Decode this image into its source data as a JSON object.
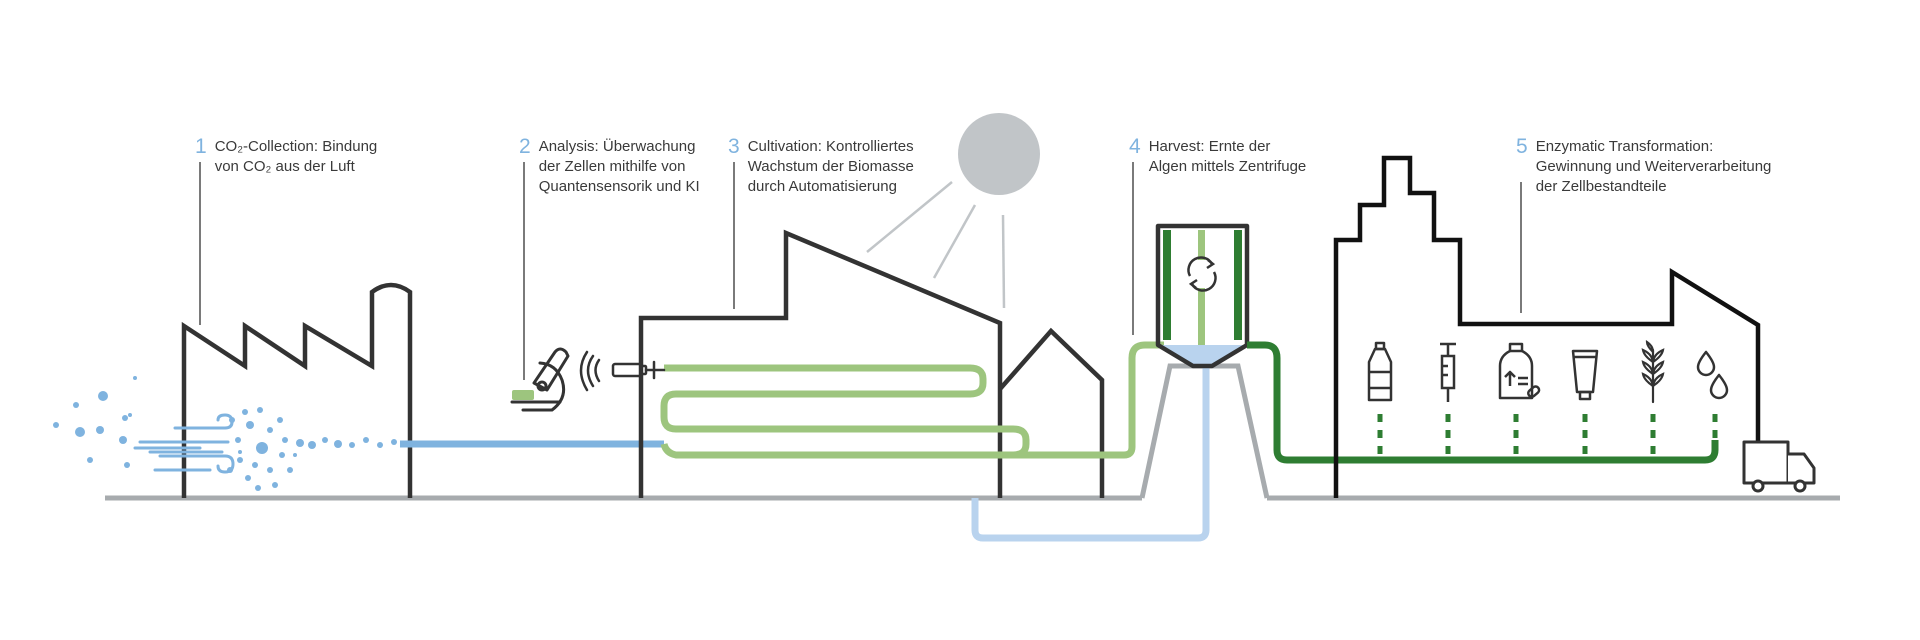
{
  "steps": [
    {
      "number": "1",
      "line1": "CO₂-Collection: Bindung",
      "line2": "von CO₂ aus der Luft",
      "line3": ""
    },
    {
      "number": "2",
      "line1": "Analysis: Überwachung",
      "line2": "der Zellen mithilfe von",
      "line3": "Quantensensorik und KI"
    },
    {
      "number": "3",
      "line1": "Cultivation: Kontrolliertes",
      "line2": "Wachstum der Biomasse",
      "line3": "durch Automatisierung"
    },
    {
      "number": "4",
      "line1": "Harvest: Ernte der",
      "line2": "Algen mittels Zentrifuge",
      "line3": ""
    },
    {
      "number": "5",
      "line1": "Enzymatic Transformation:",
      "line2": "Gewinnung und Weiterverarbeitung",
      "line3": "der Zellbestandteile"
    }
  ],
  "icons": {
    "air": "air-particles-icon",
    "factory": "factory-icon",
    "microscope": "microscope-icon",
    "sensor": "sensor-signal-icon",
    "sun": "sun-icon",
    "centrifuge": "centrifuge-icon",
    "refresh": "rotation-icon",
    "products": [
      "bottle-icon",
      "syringe-icon",
      "medicine-bottle-icon",
      "cream-tube-icon",
      "wheat-icon",
      "drops-icon"
    ],
    "truck": "delivery-truck-icon"
  },
  "colors": {
    "outline": "#333333",
    "ground": "#a7abae",
    "co2": "#7fb3df",
    "pale_blue": "#b9d3ee",
    "light_green": "#9dc57e",
    "dark_green": "#2e7d32",
    "sun": "#c1c5c8",
    "number": "#7fb3df"
  }
}
